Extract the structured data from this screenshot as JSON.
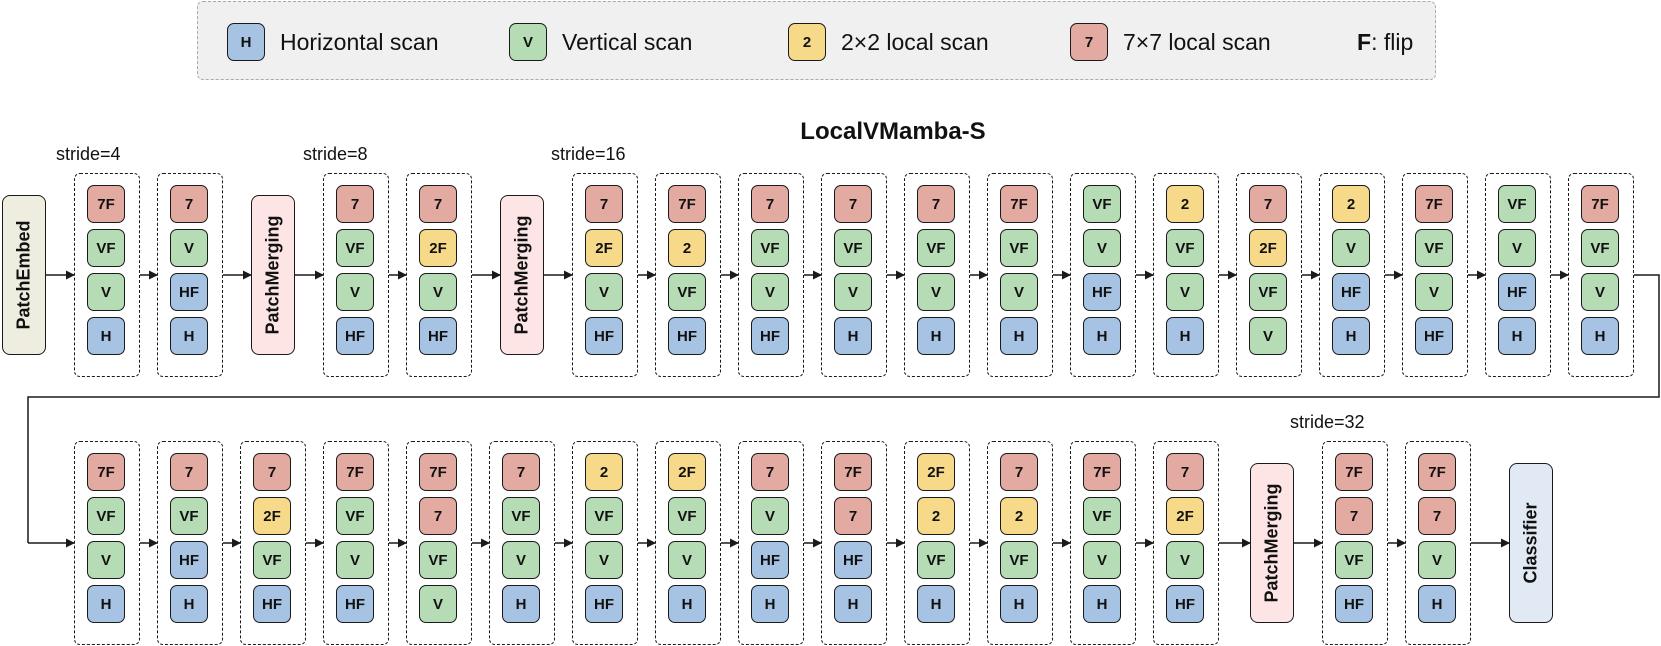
{
  "colors": {
    "H": "#a7c3e3",
    "V": "#b5dcb4",
    "2": "#f7d98a",
    "7": "#e3aaa2"
  },
  "legend": {
    "items": [
      {
        "key": "H",
        "chip": "H",
        "label": "Horizontal scan"
      },
      {
        "key": "V",
        "chip": "V",
        "label": "Vertical scan"
      },
      {
        "key": "2",
        "chip": "2",
        "label": "2×2 local scan"
      },
      {
        "key": "7",
        "chip": "7",
        "label": "7×7 local scan"
      }
    ],
    "flip": {
      "key": "F",
      "text": ": flip"
    }
  },
  "title": "LocalVMamba-S",
  "strides": [
    "stride=4",
    "stride=8",
    "stride=16",
    "stride=32"
  ],
  "modules": {
    "patch_embed": "PatchEmbed",
    "patch_merging": "PatchMerging",
    "classifier": "Classifier"
  },
  "row1": {
    "stage1": [
      [
        "7F",
        "VF",
        "V",
        "H"
      ],
      [
        "7",
        "V",
        "HF",
        "H"
      ]
    ],
    "stage2": [
      [
        "7",
        "VF",
        "V",
        "HF"
      ],
      [
        "7",
        "2F",
        "V",
        "HF"
      ]
    ],
    "stage3": [
      [
        "7",
        "2F",
        "V",
        "HF"
      ],
      [
        "7F",
        "2",
        "VF",
        "HF"
      ],
      [
        "7",
        "VF",
        "V",
        "HF"
      ],
      [
        "7",
        "VF",
        "V",
        "H"
      ],
      [
        "7",
        "VF",
        "V",
        "H"
      ],
      [
        "7F",
        "VF",
        "V",
        "H"
      ],
      [
        "VF",
        "V",
        "HF",
        "H"
      ],
      [
        "2",
        "VF",
        "V",
        "H"
      ],
      [
        "7",
        "2F",
        "VF",
        "V"
      ],
      [
        "2",
        "V",
        "HF",
        "H"
      ],
      [
        "7F",
        "VF",
        "V",
        "HF"
      ],
      [
        "VF",
        "V",
        "HF",
        "H"
      ],
      [
        "7F",
        "VF",
        "V",
        "H"
      ]
    ]
  },
  "row2": {
    "stage3": [
      [
        "7F",
        "VF",
        "V",
        "H"
      ],
      [
        "7",
        "VF",
        "HF",
        "H"
      ],
      [
        "7",
        "2F",
        "VF",
        "HF"
      ],
      [
        "7F",
        "VF",
        "V",
        "HF"
      ],
      [
        "7F",
        "7",
        "VF",
        "V"
      ],
      [
        "7",
        "VF",
        "V",
        "H"
      ],
      [
        "2",
        "VF",
        "V",
        "HF"
      ],
      [
        "2F",
        "VF",
        "V",
        "H"
      ],
      [
        "7",
        "V",
        "HF",
        "H"
      ],
      [
        "7F",
        "7",
        "HF",
        "H"
      ],
      [
        "2F",
        "2",
        "VF",
        "H"
      ],
      [
        "7",
        "2",
        "VF",
        "H"
      ],
      [
        "7F",
        "VF",
        "V",
        "H"
      ],
      [
        "7",
        "2F",
        "V",
        "HF"
      ]
    ],
    "stage4": [
      [
        "7F",
        "7",
        "VF",
        "HF"
      ],
      [
        "7F",
        "7",
        "V",
        "H"
      ]
    ]
  }
}
